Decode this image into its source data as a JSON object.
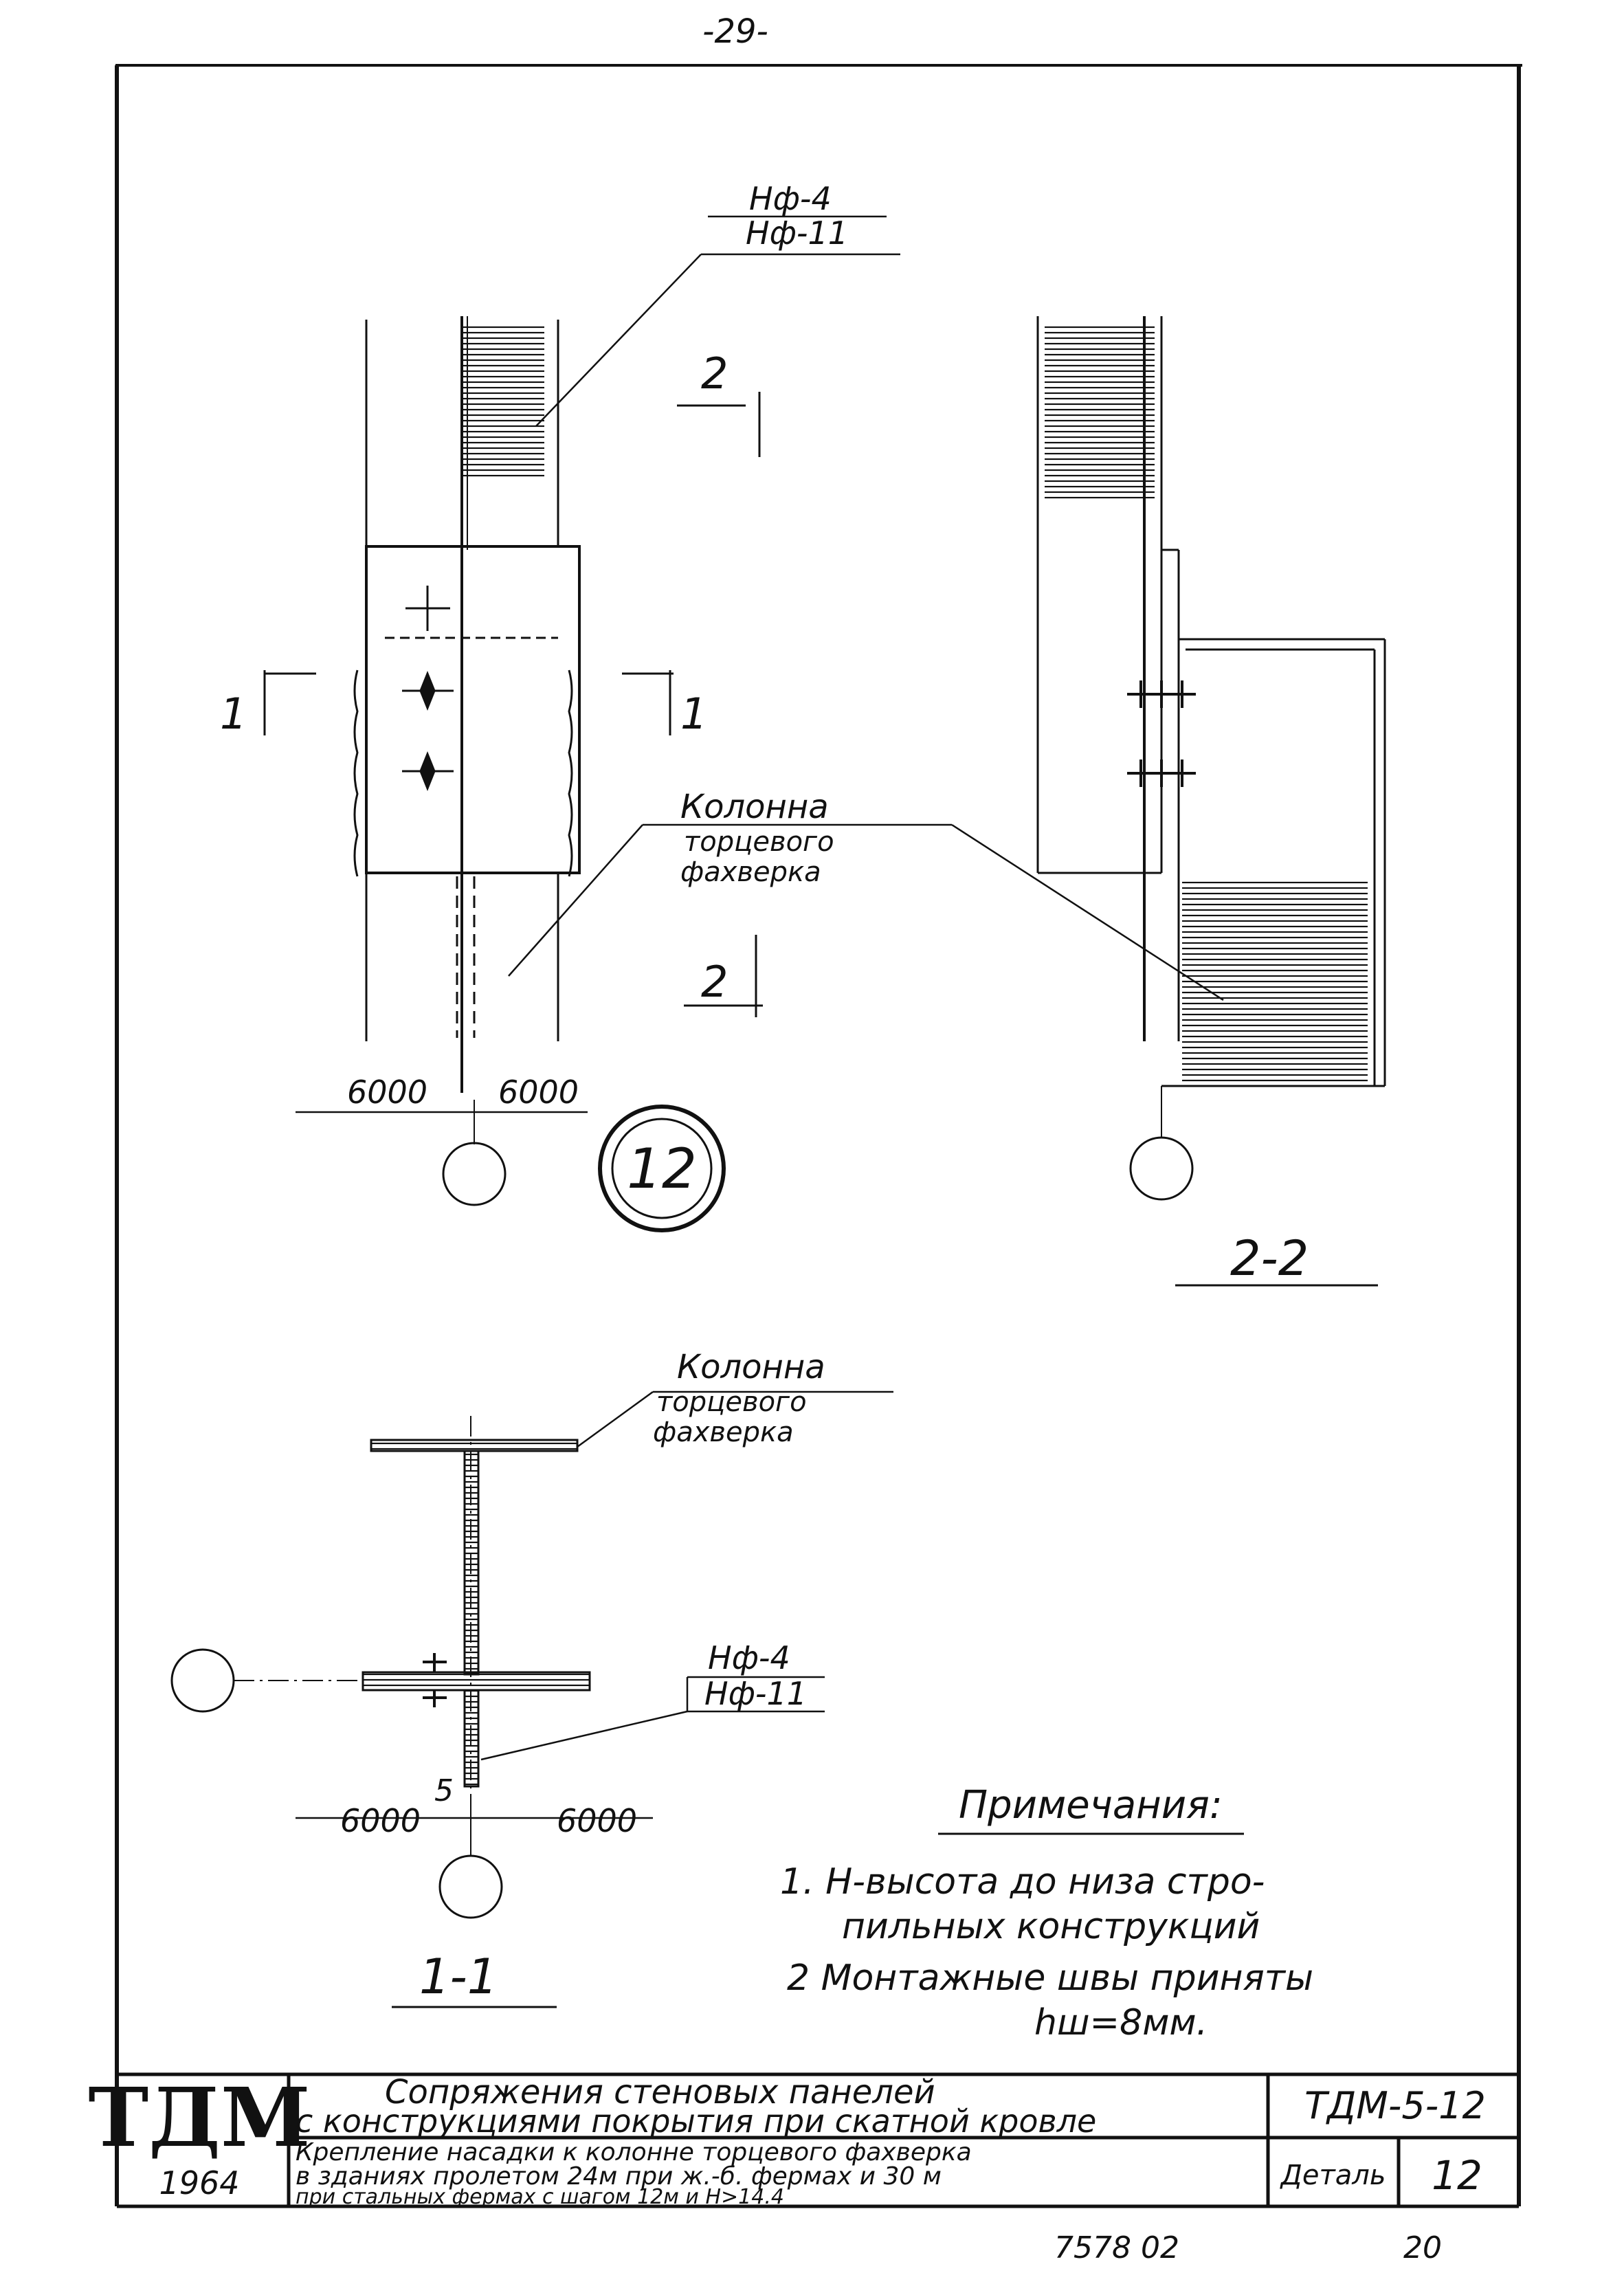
{
  "page_number": "-29-",
  "labels": {
    "mark_top_upper": "Нф-4",
    "mark_top_lower": "Нф-11",
    "mark_bottom_upper": "Нф-4",
    "mark_bottom_lower": "Нф-11",
    "column_line1": "Колонна",
    "column_line2": "торцевого",
    "column_line3": "фахверка",
    "section_mark": "2",
    "section_mark_1": "1",
    "dim_left_top": "6000",
    "dim_right_top": "6000",
    "dim_left_bottom": "6000",
    "dim_right_bottom": "6000",
    "detail_number": "12",
    "weld_size": "5",
    "section_2_title": "2-2",
    "section_1_title": "1-1"
  },
  "notes": {
    "heading": "Примечания:",
    "note1_line1": "1.  Н-высота до низа стро-",
    "note1_line2": "пильных конструкций",
    "note2_line1": "2  Монтажные швы приняты",
    "note2_line2": "hш=8мм."
  },
  "title_block": {
    "org": "ТДМ",
    "year": "1964",
    "title_line1": "Сопряжения стеновых панелей",
    "title_line2": "с конструкциями покрытия при скатной кровле",
    "subtitle_line1": "Крепление насадки к колонне торцевого фахверка",
    "subtitle_line2": "в зданиях пролетом 24м при ж.-б. фермах и 30 м",
    "subtitle_line3": "при стальных фермах с шагом 12м и Н>14.4",
    "series": "ТДМ-5-12",
    "detail_label": "Деталь",
    "detail_value": "12"
  },
  "footer": {
    "code": "7578 02",
    "sheet": "20"
  }
}
